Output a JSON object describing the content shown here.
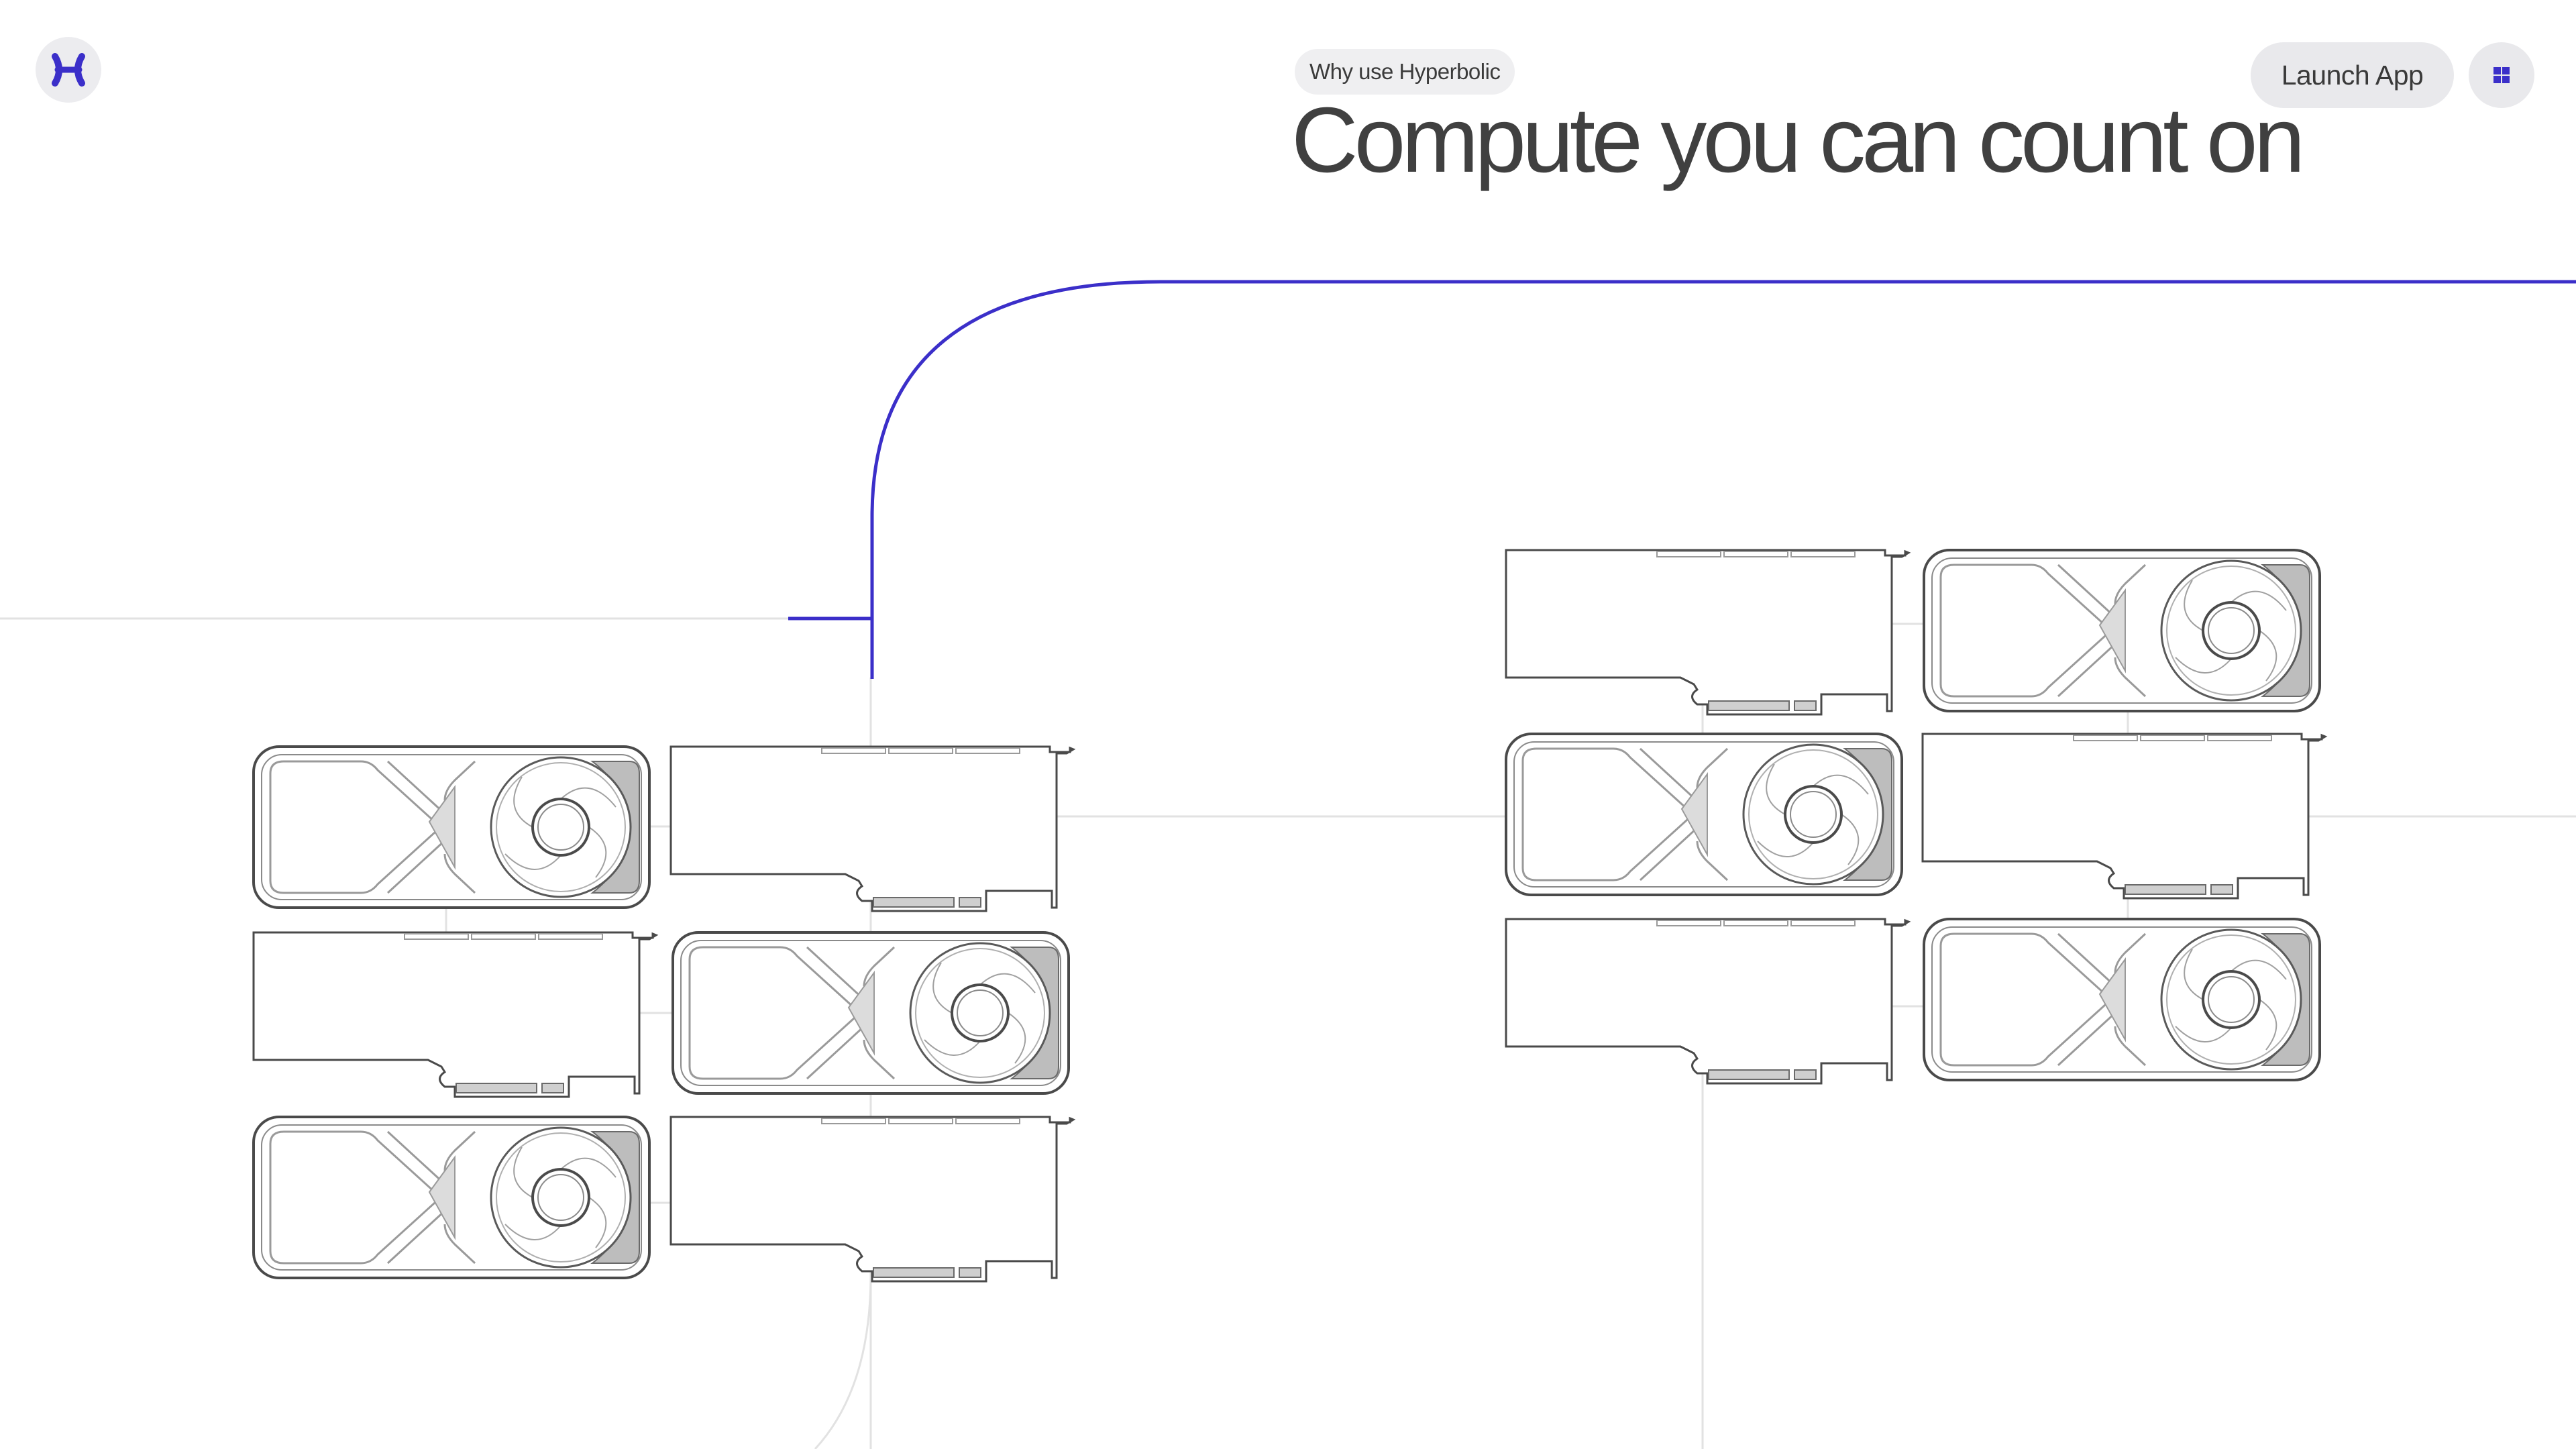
{
  "header": {
    "logo_icon": "hyperbolic-logo-icon",
    "launch_label": "Launch App",
    "menu_icon": "grid-menu-icon"
  },
  "hero": {
    "eyebrow": "Why use Hyperbolic",
    "title": "Compute you can count on"
  },
  "colors": {
    "accent": "#3b2fc9",
    "line": "#e2e2e2",
    "gpu_stroke": "#4a4a4a",
    "button_bg": "#e9e9ec"
  },
  "illustration": {
    "left_cluster": [
      "gpu-fan",
      "gpu-blower",
      "gpu-blower",
      "gpu-fan",
      "gpu-fan",
      "gpu-blower"
    ],
    "right_cluster": [
      "gpu-blower",
      "gpu-fan",
      "gpu-fan",
      "gpu-blower",
      "gpu-blower",
      "gpu-fan"
    ]
  }
}
